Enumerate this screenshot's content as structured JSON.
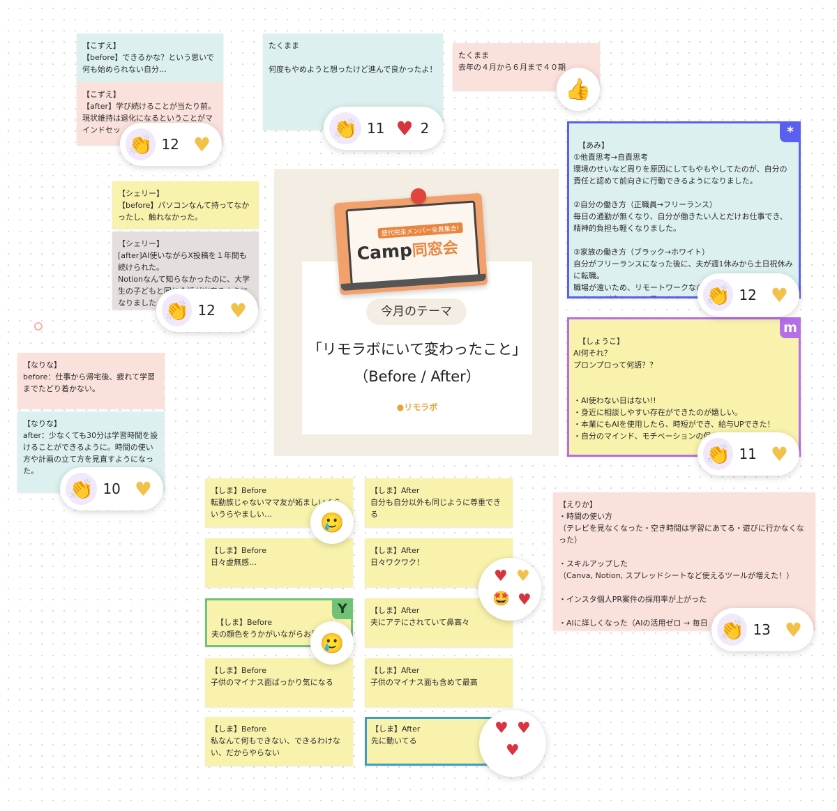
{
  "notes": {
    "kozue_before": "【こずえ】\n【before】できるかな？という思いで何も始められない自分…",
    "kozue_after": "【こずえ】\n【after】学び続けることが当たり前。現状維持は退化になるということがマインドセッ",
    "takumama1": "たくまま\n\n何度もやめようと想ったけど進んで良かったよ！",
    "takumama2": "たくまま\n去年の４月から６月まで４０期",
    "ami": "【あみ】\n①他責思考→自責思考\n環境のせいなど周りを原因にしてもやもやしてたのが、自分の責任と認めて前向きに行動できるようになりました。\n\n②自分の働き方（正職員→フリーランス）\n毎日の通勤が無くなり、自分が働きたい人とだけお仕事でき、精神的負担も軽くなりました。\n\n③家族の働き方（ブラック→ホワイト）\n自分がフリーランスになった後に、夫が週1休みから土日祝休みに転職。\n職場が遠いため、リモートワークなので家事や育児を協力してできるのが良かったと思います。",
    "ami_badge": "*",
    "sherry_before": "【シェリー】\n【before】パソコンなんて持ってなかったし、触れなかった。",
    "sherry_after": "【シェリー】\n[after]AI使いながらX投稿を１年間も続けられた。\nNotionなんて知らなかったのに、大学生の子どもと同じ会話が出来るようになりました",
    "shoko": "【しょうこ】\nAI何それ？\nプロンプロって何語？？\n\n\n・AI使わない日はない!!\n・身近に相談しやすい存在ができたのが嬉しい。\n・本業にもAIを使用したら、時短ができ、給与UPできた！\n・自分のマインド、モチベーションの保ち方が安定してきた！",
    "shoko_badge": "m",
    "narina_before": "【なりな】\nbefore：仕事から帰宅後、疲れて学習までたどり着かない。",
    "narina_after": "【なりな】\nafter：少なくても30分は学習時間を設けることができるように。時間の使い方や計画の立て方を見直すようになった。",
    "shima_b1": "【しま】Before\n転勤族じゃないママ友が妬ましいくらいうらやましい…",
    "shima_a1": "【しま】After\n自分も自分以外も同じように尊重できる",
    "shima_b2": "【しま】Before\n日々虚無感…",
    "shima_a2": "【しま】After\n日々ワクワク！",
    "shima_b3": "【しま】Before\n夫の顔色をうかがいながらお買い物",
    "shima_b3_badge": "Y",
    "shima_a3": "【しま】After\n夫にアテにされていて鼻高々",
    "shima_b4": "【しま】Before\n子供のマイナス面ばっかり気になる",
    "shima_a4": "【しま】After\n子供のマイナス面も含めて最高",
    "shima_b5": "【しま】Before\n私なんて何もできない、できるわけない、だからやらない",
    "shima_a5": "【しま】After\n先に動いてる",
    "erika": "【えりか】\n・時間の使い方\n（テレビを見なくなった・空き時間は学習にあてる・遊びに行かなくなった）\n\n・スキルアップした\n（Canva, Notion, スプレッドシートなど使えるツールが増えた！）\n\n・インスタ個人PR案件の採用率が上がった\n\n・AIに詳しくなった（AIの活用ゼロ → 毎日"
  },
  "reactions": {
    "kozue": "12",
    "takumama_clap": "11",
    "takumama_heart": "2",
    "ami": "12",
    "sherry": "12",
    "shoko": "11",
    "narina": "10",
    "erika": "13"
  },
  "theme": {
    "banner_sub": "歴代完走メンバー全員集合!",
    "banner_camp": "Camp",
    "banner_title": "同窓会",
    "label": "今月のテーマ",
    "title_line1": "「リモラボにいて変わったこと」",
    "title_line2": "（Before / After）",
    "logo_mark": "●",
    "logo_text": "リモラボ"
  },
  "icons": {
    "clap": "👏",
    "thumbs": "👍",
    "heart": "♥",
    "tear_smile": "🥲",
    "star_eyes": "🤩"
  },
  "colors": {
    "pink_note": "#fbe1db",
    "cyan_note": "#dcf1ef",
    "yellow_note": "#f8f2ac",
    "grey_note": "#e4dfde",
    "ami_border": "#5a5ff0",
    "shoko_border": "#b46ee8",
    "shima_border": "#6fc276",
    "shima_a5_border": "#3c9ec2",
    "heart_yellow": "#f2c14a",
    "heart_red": "#d8343f"
  }
}
